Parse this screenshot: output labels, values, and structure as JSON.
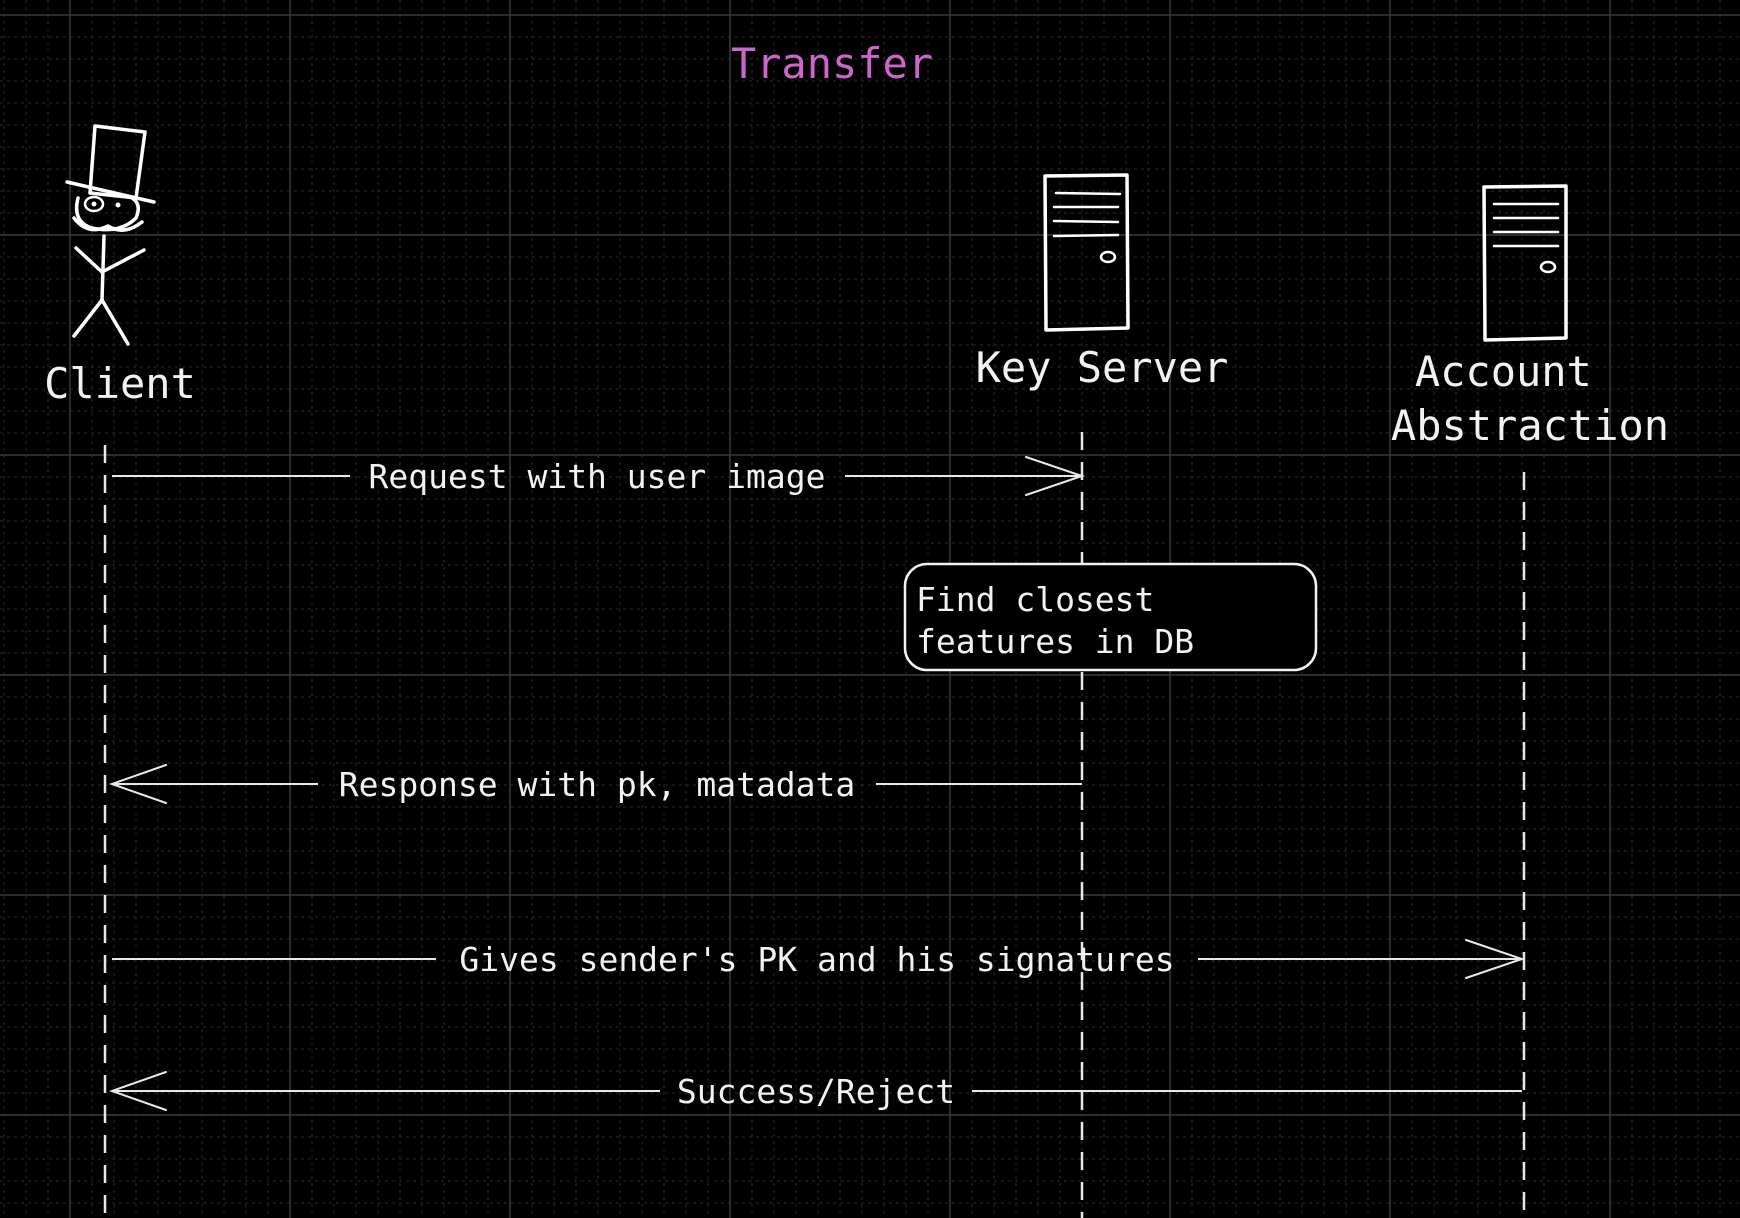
{
  "diagram": {
    "title": "Transfer",
    "title_color": "#cc66cc",
    "type": "sequence",
    "actors": [
      {
        "id": "client",
        "label": "Client",
        "icon": "stick-figure-top-hat-icon"
      },
      {
        "id": "key_server",
        "label": "Key Server",
        "icon": "server-tower-icon"
      },
      {
        "id": "account_abstraction",
        "label_lines": [
          "Account",
          "Abstraction"
        ],
        "icon": "server-tower-icon"
      }
    ],
    "note": {
      "on": "key_server",
      "lines": [
        "Find closest",
        "features in DB"
      ]
    },
    "messages": [
      {
        "from": "client",
        "to": "key_server",
        "label": "Request with user image"
      },
      {
        "from": "key_server",
        "to": "client",
        "label": "Response with pk, matadata"
      },
      {
        "from": "client",
        "to": "account_abstraction",
        "label": "Gives sender's PK and his signatures"
      },
      {
        "from": "account_abstraction",
        "to": "client",
        "label": "Success/Reject"
      }
    ]
  }
}
